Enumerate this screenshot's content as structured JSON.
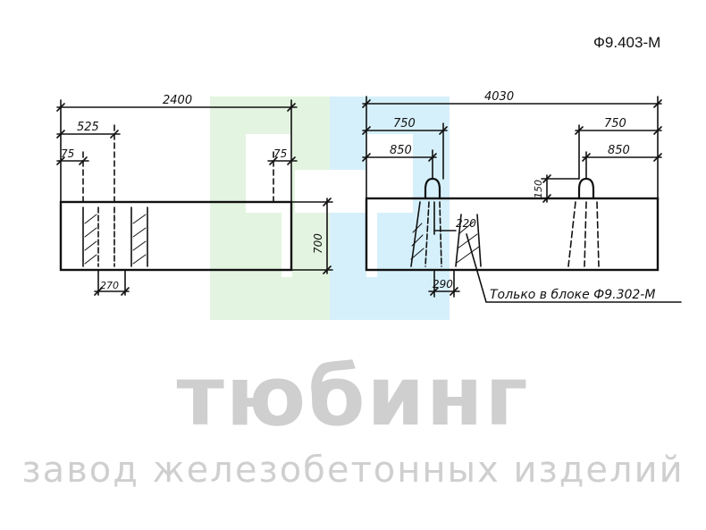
{
  "document": {
    "code": "Ф9.403-М"
  },
  "left_block": {
    "dims": {
      "total_length": "2400",
      "offset_525": "525",
      "edge_75_left": "75",
      "edge_75_right": "75",
      "height": "700",
      "hole_width": "270"
    }
  },
  "right_block": {
    "dims": {
      "total_length": "4030",
      "left_750": "750",
      "left_850": "850",
      "right_750": "750",
      "right_850": "850",
      "loop_height": "150",
      "inner_220": "220",
      "bottom_290": "290"
    },
    "note": "Только в блоке Ф9.302-М"
  },
  "watermark": {
    "brand": "тюбинг",
    "tagline": "завод железобетонных изделий"
  }
}
